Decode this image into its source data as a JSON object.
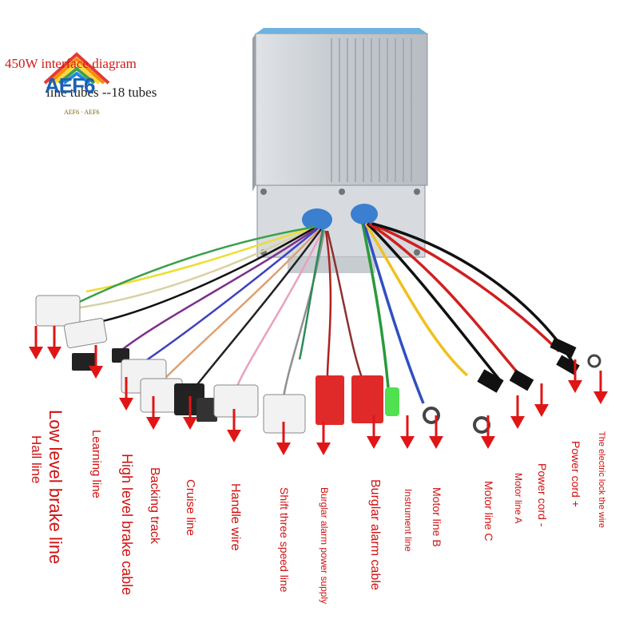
{
  "header": {
    "title": "450W interface diagram",
    "subtitle": "line tubes --18 tubes"
  },
  "logo": {
    "text": "AEF6",
    "sub": "AEF6 · AEF6"
  },
  "labels": [
    "Hall line",
    "Low level brake line",
    "Learning line",
    "High level brake cable",
    "Backing track",
    "Cruise line",
    "Handle wire",
    "Shift three speed line",
    "Burglar alarm power supply",
    "Burglar alarm cable",
    "Instrument line",
    "Motor line B",
    "Motor line C",
    "Motor line A",
    "Power cord -",
    "Power cord +",
    "The electric lock the wire"
  ],
  "colors": {
    "label": "#d01010",
    "arrow": "#e01515",
    "housing": "#c9cdd2",
    "housing_edge": "#8a9096",
    "grommet": "#3a7fd0"
  },
  "icons": [
    "down-arrow-icon",
    "controller-housing",
    "connector-plug",
    "ring-terminal"
  ]
}
